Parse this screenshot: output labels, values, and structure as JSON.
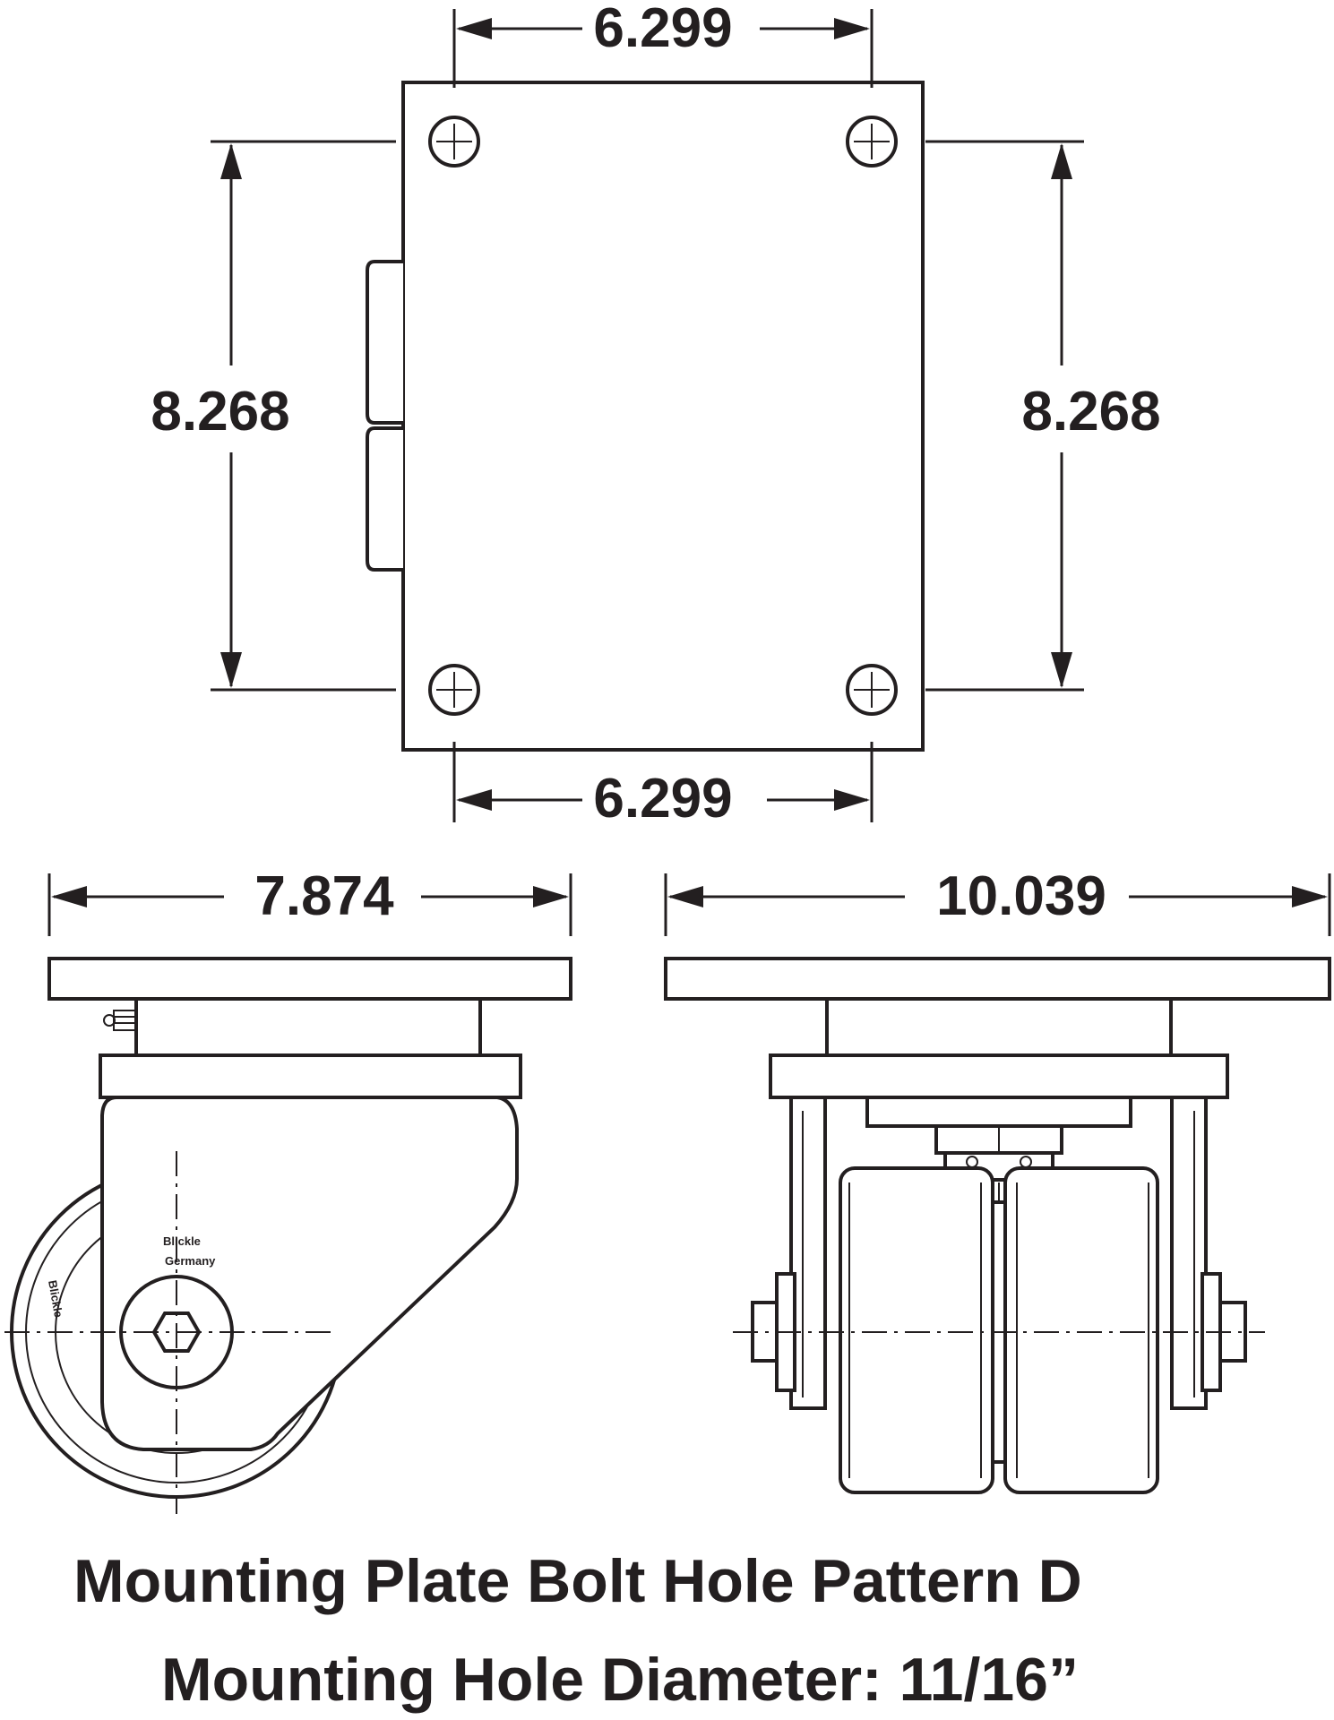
{
  "top_view": {
    "dim_top": "6.299",
    "dim_bottom": "6.299",
    "dim_left": "8.268",
    "dim_right": "8.268"
  },
  "side_view": {
    "dim_width": "7.874",
    "brand_text_1": "Blickle",
    "brand_text_2": "Germany"
  },
  "front_view": {
    "dim_width": "10.039"
  },
  "caption": {
    "line1": "Mounting Plate Bolt Hole Pattern D",
    "line2": "Mounting Hole Diameter: 11/16”"
  }
}
